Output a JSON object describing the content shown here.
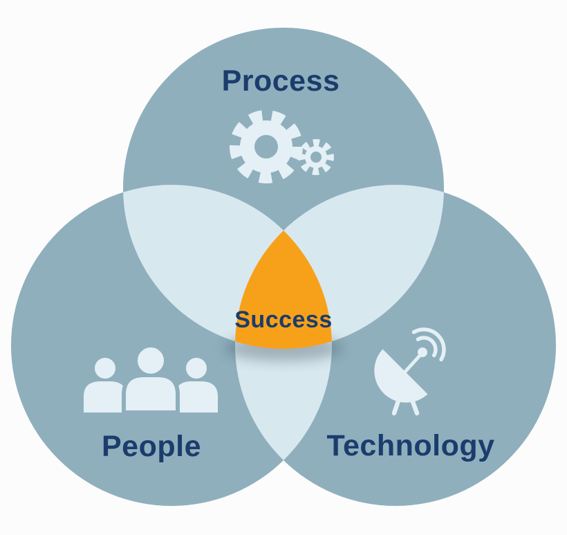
{
  "diagram": {
    "type": "venn",
    "center": {
      "label": "Success"
    },
    "circles": [
      {
        "id": "process",
        "label": "Process",
        "icon": "gears-icon"
      },
      {
        "id": "people",
        "label": "People",
        "icon": "people-icon"
      },
      {
        "id": "technology",
        "label": "Technology",
        "icon": "satellite-dish-icon"
      }
    ],
    "colors": {
      "background": "#FCFCFC",
      "circle": "#8FAFBD",
      "overlap": "#D8E8EF",
      "success": "#F7A11A",
      "label": "#1B3C6C",
      "icon": "#E4F0F5",
      "shadow": "#2F3E49"
    }
  }
}
